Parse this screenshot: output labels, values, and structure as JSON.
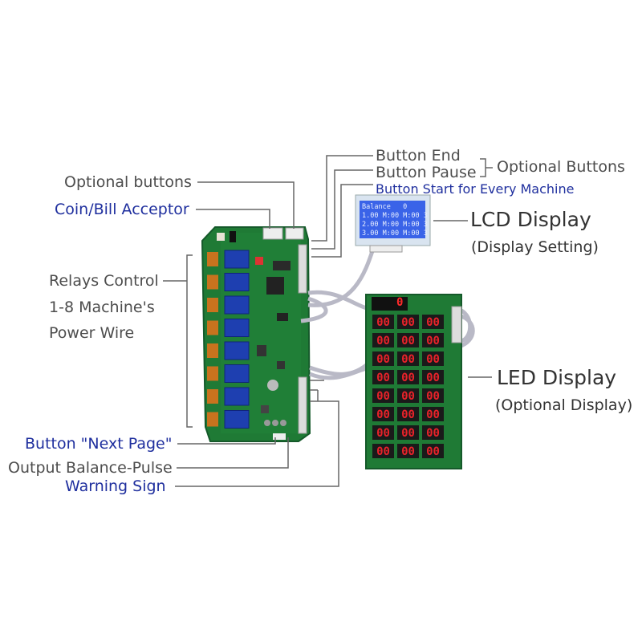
{
  "labels": {
    "optional_buttons": "Optional buttons",
    "coin_bill_acceptor": "Coin/Bill Acceptor",
    "relays_line1": "Relays Control",
    "relays_line2": "1-8 Machine's",
    "relays_line3": "Power Wire",
    "button_next_page": "Button \"Next Page\"",
    "output_balance_pulse": "Output Balance-Pulse",
    "warning_sign": "Warning Sign",
    "button_end": "Button End",
    "button_pause": "Button Pause",
    "optional_buttons_right": "Optional Buttons",
    "button_start": "Button Start for Every Machine",
    "lcd_display": "LCD Display",
    "lcd_display_sub": "(Display Setting)",
    "led_display": "LED Display",
    "led_display_sub": "(Optional Display)"
  },
  "lcd_screen": {
    "line1": "Balance   0",
    "line2": "1.00 M:00 M:00 3",
    "line3": "2.00 M:00 M:00 3",
    "line4": "3.00 M:00 M:00 3"
  },
  "led_board": {
    "top_digits": "0",
    "digit_text": "00",
    "rows": 8,
    "cols": 3
  },
  "colors": {
    "label_gray": "#4d4d4d",
    "label_blue": "#1f2f9e",
    "pcb_green": "#1f7a35",
    "relay_blue": "#1e3fb0",
    "lcd_blue": "#3a63e8",
    "led_red": "#e8222a"
  }
}
